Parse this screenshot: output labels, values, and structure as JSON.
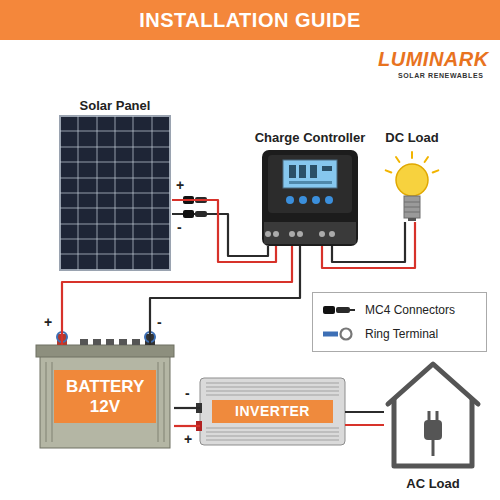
{
  "diagram": {
    "title": "INSTALLATION GUIDE",
    "nodes": [
      {
        "text": [
          "Solar Panel"
        ]
      },
      {
        "text": [
          "Charge Controller"
        ]
      },
      {
        "text": [
          "DC Load"
        ]
      },
      {
        "text": [
          "BATTERY 12V"
        ]
      },
      {
        "text": [
          "INVERTER"
        ]
      },
      {
        "text": [
          "AC Load"
        ]
      }
    ],
    "edges": [
      {
        "from": 0,
        "to": 1,
        "arrow": "none"
      },
      {
        "from": 1,
        "to": 2,
        "arrow": "none"
      },
      {
        "from": 1,
        "to": 3,
        "arrow": "none"
      },
      {
        "from": 3,
        "to": 4,
        "arrow": "none"
      },
      {
        "from": 4,
        "to": 5,
        "arrow": "none"
      }
    ],
    "labels": [
      "LUMINARK",
      "SOLAR RENEWABLES",
      "+",
      "-",
      "+",
      "-",
      "-",
      "+"
    ],
    "legend": [
      {
        "text": "MC4 Connectors"
      },
      {
        "text": "Ring Terminal"
      }
    ]
  }
}
